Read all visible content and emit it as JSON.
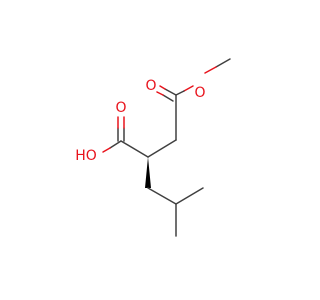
{
  "molecule": {
    "atoms": {
      "carbonyl_o_ester": "O",
      "ether_o": "O",
      "carbonyl_o_acid": "O",
      "hydroxyl": "HO"
    },
    "colors": {
      "carbon_bond": "#404040",
      "oxygen": "#e8131c",
      "wedge": "#000000"
    }
  }
}
